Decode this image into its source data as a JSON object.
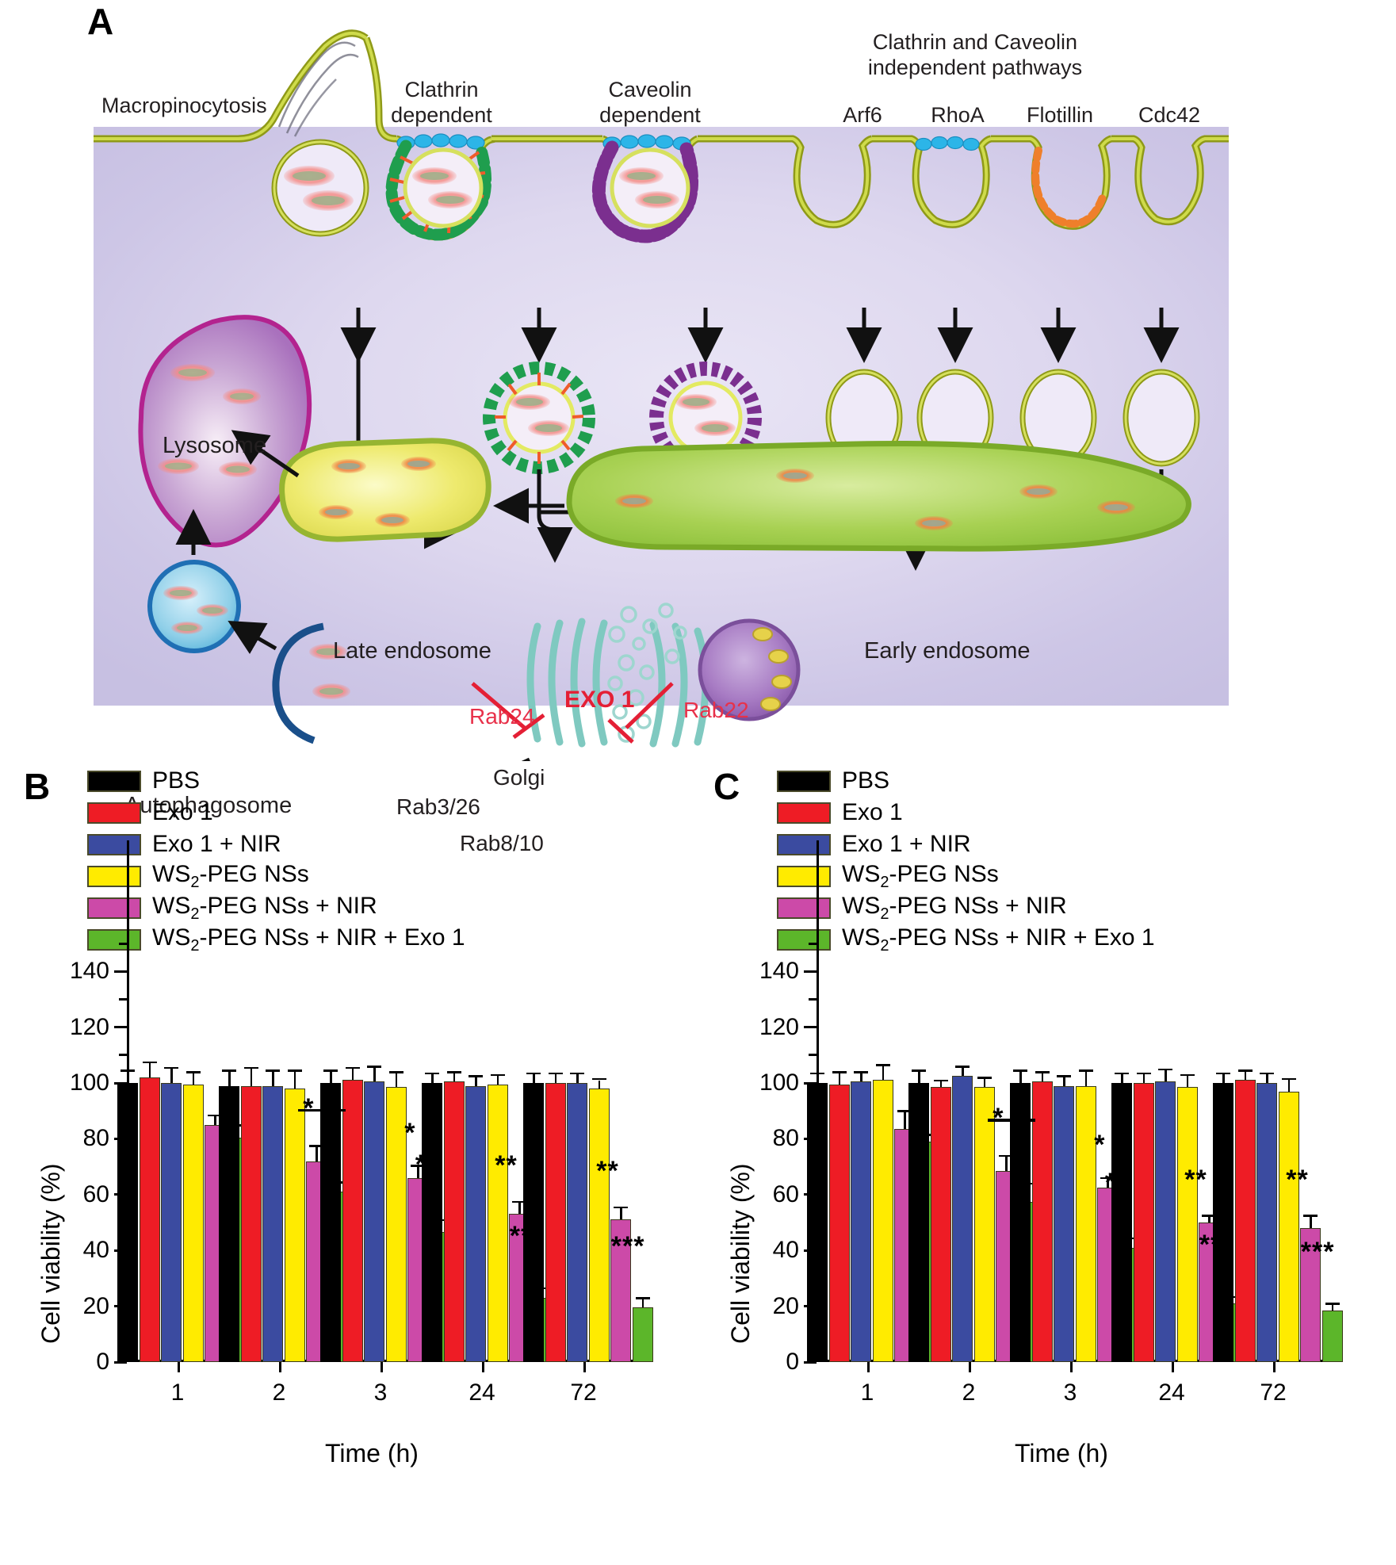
{
  "panelA": {
    "letter": "A",
    "top_labels": [
      {
        "text": "Macropinocytosis"
      },
      {
        "text": "Clathrin dependent"
      },
      {
        "text": "Caveolin dependent"
      },
      {
        "text": "Clathrin and Caveolin independent pathways"
      },
      {
        "text": "Arf6"
      },
      {
        "text": "RhoA"
      },
      {
        "text": "Flotillin"
      },
      {
        "text": "Cdc42"
      }
    ],
    "label_macropinocytosis": "Macropinocytosis",
    "label_clathrin_l1": "Clathrin",
    "label_clathrin_l2": "dependent",
    "label_caveolin_l1": "Caveolin",
    "label_caveolin_l2": "dependent",
    "label_independent_l1": "Clathrin and Caveolin",
    "label_independent_l2": "independent pathways",
    "label_arf6": "Arf6",
    "label_rhoa": "RhoA",
    "label_flotillin": "Flotillin",
    "label_cdc42": "Cdc42",
    "label_lysosome": "Lysosome",
    "label_autophagosome": "Autophagosome",
    "label_late_endosome": "Late endosome",
    "label_early_endosome": "Early endosome",
    "label_golgi": "Golgi",
    "label_exo1": "EXO 1",
    "label_rab24": "Rab24",
    "label_rab22": "Rab22",
    "label_rab3_26": "Rab3/26",
    "label_rab8_10": "Rab8/10",
    "colors": {
      "membrane": "#b3bf28",
      "clathrin": "#1f9e4e",
      "caveolin": "#7b2f8f",
      "blue_beads": "#2cb5e8",
      "lysosome": "#b3238f",
      "late_endosome": "#e8e45a",
      "early_endosome": "#8fc63d",
      "autophagosome": "#1f6fb4",
      "exo_red": "#e41f35",
      "golgi": "#7fc9c0"
    }
  },
  "panelB": {
    "letter": "B",
    "chart_data": {
      "type": "bar",
      "title": "",
      "xlabel": "Time (h)",
      "ylabel": "Cell viability (%)",
      "categories": [
        "1",
        "2",
        "3",
        "24",
        "72"
      ],
      "ylim": [
        0,
        150
      ],
      "yticks": [
        0,
        20,
        40,
        60,
        80,
        100,
        120,
        140
      ],
      "grid": false,
      "legend_position": "top-left",
      "series": [
        {
          "name": "PBS",
          "color": "#000000",
          "values": [
            100,
            99,
            100,
            100,
            100
          ],
          "errors": [
            4,
            5,
            4,
            3,
            3
          ]
        },
        {
          "name": "Exo 1",
          "color": "#ee1c25",
          "values": [
            102,
            99,
            101,
            100.5,
            100
          ],
          "errors": [
            5,
            6,
            4,
            3,
            3
          ]
        },
        {
          "name": "Exo 1 + NIR",
          "color": "#3b4ba0",
          "values": [
            100,
            99,
            100.5,
            99,
            100
          ],
          "errors": [
            5,
            5,
            5,
            3,
            3
          ]
        },
        {
          "name": "WS2-PEG NSs",
          "color": "#ffeb00",
          "values": [
            99.5,
            98,
            98.5,
            99.5,
            98
          ],
          "errors": [
            4,
            6,
            5,
            3,
            3
          ]
        },
        {
          "name": "WS2-PEG NSs + NIR",
          "color": "#cc4aa8",
          "values": [
            85,
            72,
            66,
            53,
            51
          ],
          "errors": [
            3,
            5,
            4,
            4,
            4
          ]
        },
        {
          "name": "WS2-PEG NSs + NIR + Exo 1",
          "color": "#5cb62a",
          "values": [
            80.5,
            61,
            46.5,
            23,
            19.5
          ],
          "errors": [
            4,
            3,
            4,
            3,
            3
          ]
        }
      ],
      "annotations": [
        {
          "group": "2",
          "symbol": "*",
          "type": "bracket"
        },
        {
          "group": "3",
          "symbol": "*",
          "type": "label"
        },
        {
          "group": "3",
          "symbol": "**",
          "type": "label"
        },
        {
          "group": "24",
          "symbol": "**",
          "type": "label"
        },
        {
          "group": "24",
          "symbol": "***",
          "type": "label"
        },
        {
          "group": "72",
          "symbol": "**",
          "type": "label"
        },
        {
          "group": "72",
          "symbol": "***",
          "type": "label"
        }
      ]
    }
  },
  "panelC": {
    "letter": "C",
    "chart_data": {
      "type": "bar",
      "title": "",
      "xlabel": "Time (h)",
      "ylabel": "Cell viability (%)",
      "categories": [
        "1",
        "2",
        "3",
        "24",
        "72"
      ],
      "ylim": [
        0,
        150
      ],
      "yticks": [
        0,
        20,
        40,
        60,
        80,
        100,
        120,
        140
      ],
      "grid": false,
      "legend_position": "top-left",
      "series": [
        {
          "name": "PBS",
          "color": "#000000",
          "values": [
            100,
            100,
            100,
            100,
            100
          ],
          "errors": [
            3,
            4,
            4,
            3,
            3
          ]
        },
        {
          "name": "Exo 1",
          "color": "#ee1c25",
          "values": [
            99.5,
            98.5,
            100.5,
            100,
            101
          ],
          "errors": [
            4,
            2,
            3,
            3,
            3
          ]
        },
        {
          "name": "Exo 1 + NIR",
          "color": "#3b4ba0",
          "values": [
            100.5,
            102.5,
            99,
            100.5,
            100
          ],
          "errors": [
            3,
            3,
            3,
            4,
            3
          ]
        },
        {
          "name": "WS2-PEG NSs",
          "color": "#ffeb00",
          "values": [
            101,
            98.5,
            99,
            98.5,
            97
          ],
          "errors": [
            5,
            3,
            5,
            4,
            4
          ]
        },
        {
          "name": "WS2-PEG NSs + NIR",
          "color": "#cc4aa8",
          "values": [
            83.5,
            68.5,
            62.5,
            50,
            48
          ],
          "errors": [
            6,
            5,
            3,
            2,
            4
          ]
        },
        {
          "name": "WS2-PEG NSs + NIR + Exo 1",
          "color": "#5cb62a",
          "values": [
            79,
            57.5,
            41,
            21,
            18.5
          ],
          "errors": [
            2,
            6,
            3,
            2,
            2
          ]
        }
      ],
      "annotations": [
        {
          "group": "2",
          "symbol": "*",
          "type": "bracket"
        },
        {
          "group": "3",
          "symbol": "*",
          "type": "label"
        },
        {
          "group": "3",
          "symbol": "**",
          "type": "label"
        },
        {
          "group": "24",
          "symbol": "**",
          "type": "label"
        },
        {
          "group": "24",
          "symbol": "***",
          "type": "label"
        },
        {
          "group": "72",
          "symbol": "**",
          "type": "label"
        },
        {
          "group": "72",
          "symbol": "***",
          "type": "label"
        }
      ]
    }
  },
  "legend_items": [
    {
      "label": "PBS",
      "color": "#000000",
      "sub": false
    },
    {
      "label": "Exo 1",
      "color": "#ee1c25",
      "sub": false
    },
    {
      "label": "Exo 1 + NIR",
      "color": "#3b4ba0",
      "sub": false
    },
    {
      "label": "WS2-PEG NSs",
      "color": "#ffeb00",
      "sub": true,
      "pre": "WS",
      "subscript": "2",
      "post": "-PEG NSs"
    },
    {
      "label": "WS2-PEG NSs + NIR",
      "color": "#cc4aa8",
      "sub": true,
      "pre": "WS",
      "subscript": "2",
      "post": "-PEG NSs + NIR"
    },
    {
      "label": "WS2-PEG NSs + NIR + Exo 1",
      "color": "#5cb62a",
      "sub": true,
      "pre": "WS",
      "subscript": "2",
      "post": "-PEG NSs + NIR + Exo 1"
    }
  ]
}
